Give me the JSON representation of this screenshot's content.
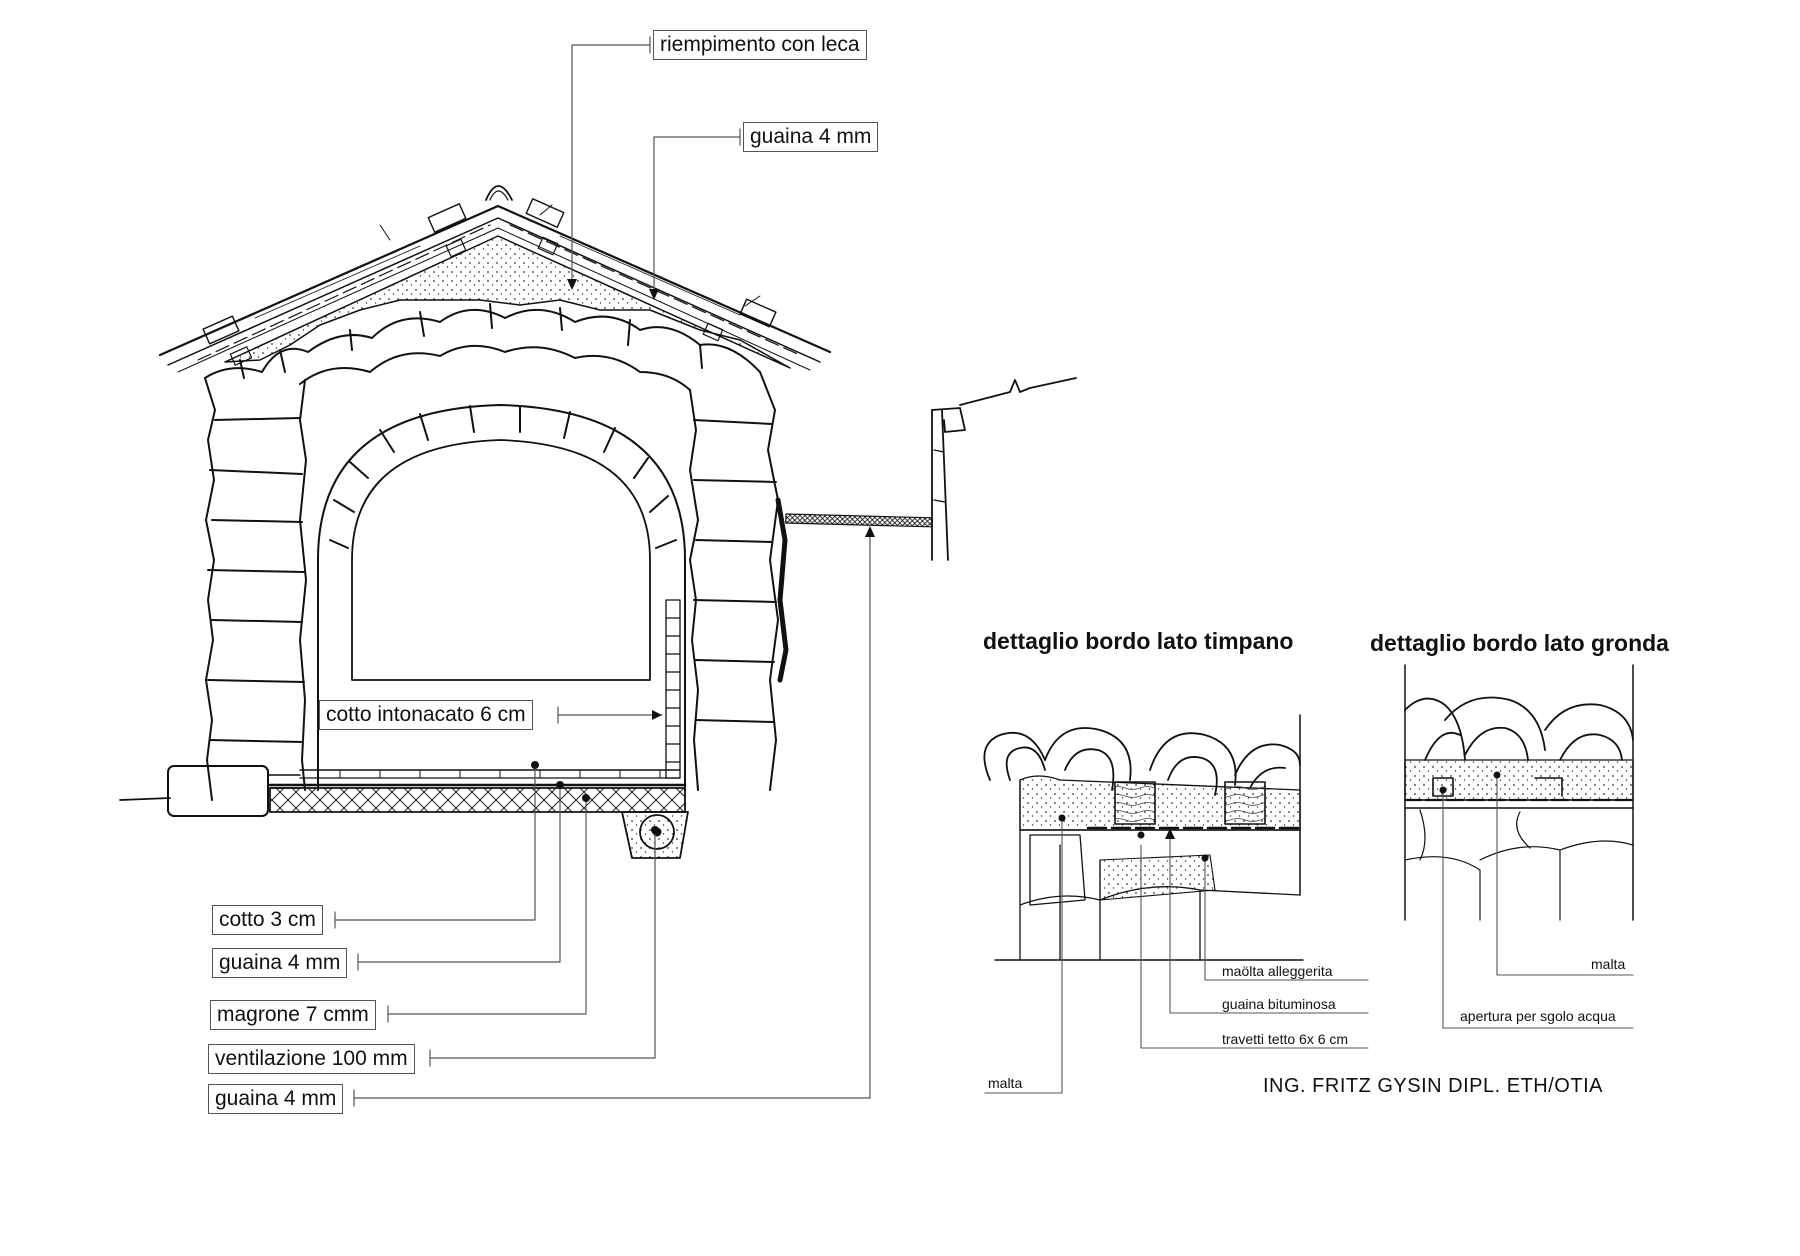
{
  "main_section": {
    "labels": {
      "leca_fill": "riempimento con leca",
      "membrane_roof": "guaina 4 mm",
      "plastered_brick": "cotto intonacato 6 cm",
      "terracotta_floor": "cotto 3 cm",
      "membrane_floor": "guaina 4 mm",
      "lean_concrete": "magrone 7 cmm",
      "ventilation": "ventilazione 100 mm",
      "membrane_exterior": "guaina 4 mm"
    }
  },
  "detail_gable": {
    "title": "dettaglio bordo lato timpano",
    "labels": {
      "lightened_mortar": "maölta alleggerita",
      "bituminous_membrane": "guaina bituminosa",
      "roof_battens": "travetti tetto 6x 6 cm",
      "mortar": "malta"
    }
  },
  "detail_eaves": {
    "title": "dettaglio bordo lato gronda",
    "labels": {
      "mortar": "malta",
      "drain_opening": "apertura per sgolo acqua"
    }
  },
  "credit": "ING.  FRITZ  GYSIN  DIPL. ETH/OTIA",
  "colors": {
    "ink": "#111111",
    "paper": "#ffffff",
    "leader": "#555555"
  }
}
